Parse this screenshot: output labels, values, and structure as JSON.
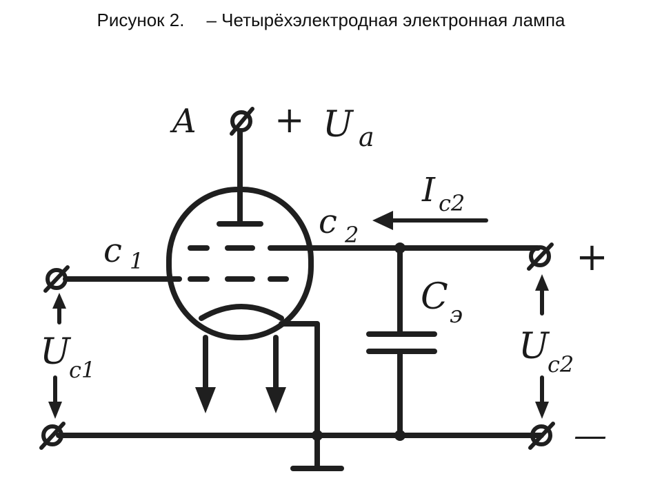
{
  "caption": {
    "number": "Рисунок 2.",
    "text": "– Четырёхэлектродная электронная лампа"
  },
  "diagram": {
    "anode_label": "A",
    "anode_plus": "+",
    "anode_voltage": "U",
    "anode_voltage_sub": "a",
    "grid1_label": "c",
    "grid1_sub": "1",
    "grid2_label": "c",
    "grid2_sub": "2",
    "current_label": "I",
    "current_sub": "c2",
    "capacitor_label": "C",
    "capacitor_sub": "э",
    "ug1_label": "U",
    "ug1_sub": "c1",
    "ug2_label": "U",
    "ug2_sub": "c2",
    "plus_sign": "+",
    "minus_sign": "—"
  }
}
